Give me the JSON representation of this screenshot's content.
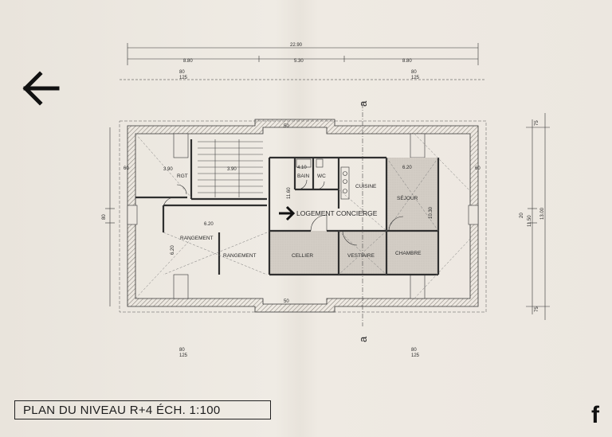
{
  "title": "PLAN DU NIVEAU R+4   ÉCH. 1:100",
  "sheet_letter": "f",
  "section_markers": [
    "a",
    "a"
  ],
  "rooms": {
    "rgt": "RGT",
    "rangement_left": "RANGEMENT",
    "rangement_mid": "RANGEMENT",
    "bain": "BAIN",
    "wc": "WC",
    "cuisine": "CUISINE",
    "sejour": "SÉJOUR",
    "logement": "LOGEMENT CONCIERGE",
    "cellier": "CELLIER",
    "vestiaire": "VESTIAIRE",
    "chambre": "CHAMBRE"
  },
  "dims": {
    "total_width": "22.90",
    "left_width": "8.80",
    "center_width": "5.30",
    "right_width": "8.80",
    "rgt_w": "3.90",
    "stair_w": "3.90",
    "bain_w": "4.10",
    "sejour_w": "6.20",
    "rangement_h": "6.20",
    "hall_h": "6.20",
    "cuisine_h": "11.60",
    "sejour_h": "10.30",
    "right_h1": "11.50",
    "right_h2": "13.00",
    "small_80": "80",
    "small_50": "50",
    "small_75": "75",
    "small_20": "20",
    "small_125": "125",
    "small_60": "60"
  },
  "colors": {
    "ink": "#2a2a2a",
    "paper": "#ece7e0",
    "hatch": "#9a948d",
    "shade": "#cfc9c1"
  },
  "icons": [
    "arrow-left-icon",
    "arrow-right-icon"
  ]
}
